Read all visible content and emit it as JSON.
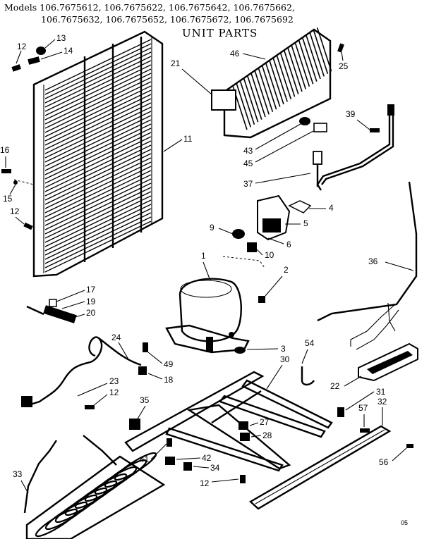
{
  "header": {
    "models_line1": "Models 106.7675612, 106.7675622, 106.7675642, 106.7675662,",
    "models_line2": "106.7675632, 106.7675652, 106.7675672, 106.7675692",
    "title": "UNIT PARTS"
  },
  "footer": {
    "code": "05"
  },
  "callouts": {
    "c1": "1",
    "c2": "2",
    "c3": "3",
    "c4": "4",
    "c5": "5",
    "c6": "6",
    "c9": "9",
    "c10": "10",
    "c11": "11",
    "c12a": "12",
    "c12b": "12",
    "c12c": "12",
    "c12d": "12",
    "c13": "13",
    "c14": "14",
    "c15": "15",
    "c16": "16",
    "c17": "17",
    "c18": "18",
    "c19": "19",
    "c20": "20",
    "c21": "21",
    "c22": "22",
    "c23": "23",
    "c24": "24",
    "c25": "25",
    "c27": "27",
    "c28": "28",
    "c30": "30",
    "c31": "31",
    "c32": "32",
    "c33": "33",
    "c34": "34",
    "c35": "35",
    "c36": "36",
    "c37": "37",
    "c39": "39",
    "c41": "41",
    "c42": "42",
    "c43": "43",
    "c45": "45",
    "c46": "46",
    "c49": "49",
    "c54": "54",
    "c56": "56",
    "c57": "57"
  }
}
